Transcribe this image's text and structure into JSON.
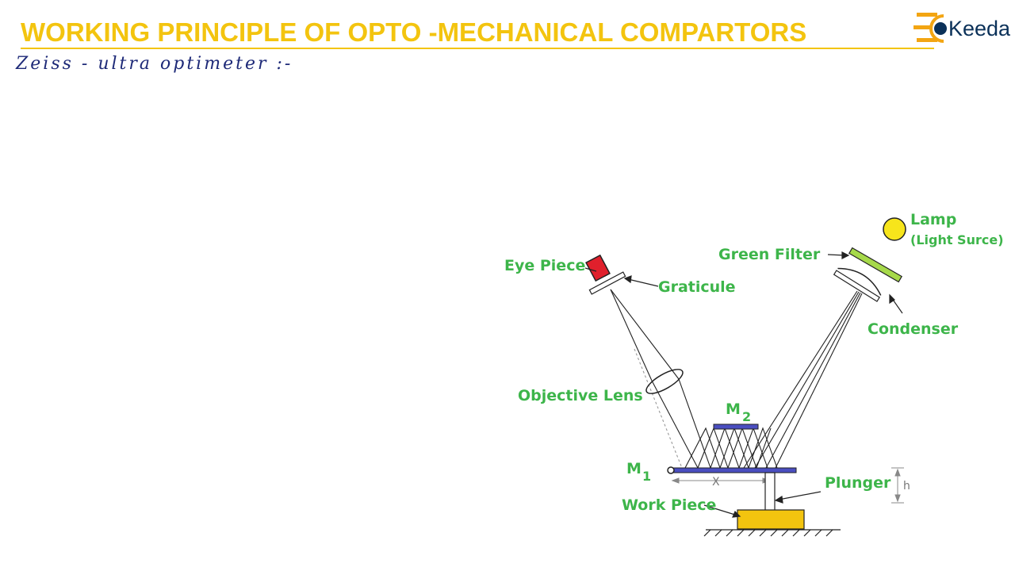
{
  "title": "WORKING PRINCIPLE OF  OPTO -MECHANICAL COMPARTORS",
  "logo": {
    "text": "Keeda"
  },
  "note": "Zeiss - ultra optimeter :-",
  "labels": {
    "lamp": "Lamp",
    "lamp_sub": "(Light Surce)",
    "green_filter": "Green Filter",
    "condenser": "Condenser",
    "eye_piece": "Eye Piece",
    "graticule": "Graticule",
    "objective_lens": "Objective Lens",
    "m2": "M",
    "m2_sub": "2",
    "m1": "M",
    "m1_sub": "1",
    "x": "X",
    "plunger": "Plunger",
    "h": "h",
    "work_piece": "Work Piece"
  },
  "colors": {
    "title": "#f3c40f",
    "label": "#3db54a",
    "lamp": "#f7e51b",
    "filter": "#a6d94a",
    "eye_piece": "#e0202c",
    "mirror": "#4a4ec0",
    "work_piece": "#f3c40f"
  }
}
